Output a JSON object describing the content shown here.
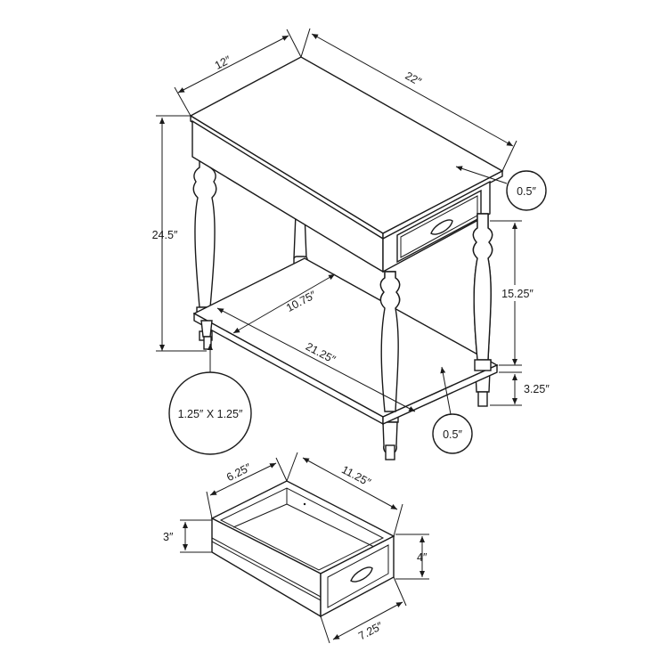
{
  "dimensions": {
    "top_depth": "12″",
    "top_width": "22″",
    "top_thickness": "0.5″",
    "total_height": "24.5″",
    "apron_to_shelf": "15.25″",
    "shelf_to_floor": "3.25″",
    "shelf_depth": "10.75″",
    "shelf_width": "21.25″",
    "shelf_thickness": "0.5″",
    "leg_size": "1.25″ X 1.25″"
  },
  "drawer": {
    "inner_depth": "6.25″",
    "inner_width": "11.25″",
    "inner_height": "3″",
    "front_height": "4″",
    "front_width": "7.25″"
  }
}
